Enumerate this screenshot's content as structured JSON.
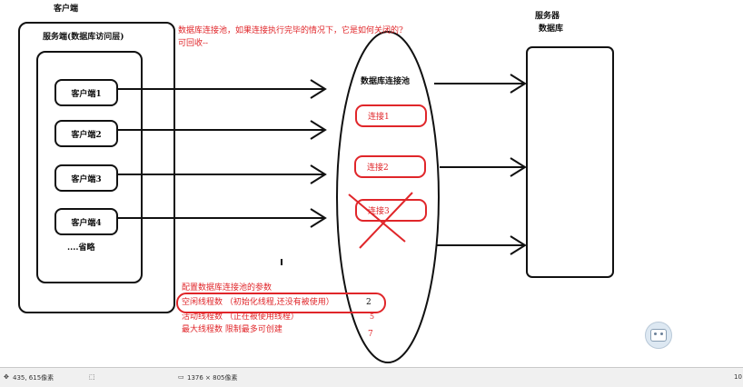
{
  "colors": {
    "ink": "#111111",
    "annotation_red": "#e0262a",
    "status_bg": "#f0f0f0"
  },
  "diagram": {
    "client_title": "客户端",
    "service_layer": "服务端(数据库访问层)",
    "clients": [
      "客户端1",
      "客户端2",
      "客户端3",
      "客户端4"
    ],
    "clients_more": "....省略",
    "pool_label": "数据库连接池",
    "connections": [
      "连接1",
      "连接2",
      "连接3"
    ],
    "server_title": "服务器",
    "database_title": "数据库"
  },
  "annotations": {
    "question_line1": "数据库连接池，如果连接执行完毕的情况下，它是如何关闭的?",
    "question_line2": "可回收--",
    "params_title": "配置数据库连接池的参数",
    "param_idle": "空闲线程数  （初始化线程,还没有被使用）",
    "param_idle_value": "2",
    "param_active": "活动线程数  （正在被使用线程）",
    "param_active_value": "5",
    "param_max": "最大线程数  限制最多可创建",
    "param_max_value": "7"
  },
  "statusbar": {
    "cursor_icon": "cursor-position-icon",
    "cursor_pos": "435, 615像素",
    "selection_icon": "selection-size-icon",
    "canvas_icon": "image-size-icon",
    "canvas_size": "1376 × 805像素",
    "zoom": "10"
  },
  "assistant_icon": "assistant-robot-icon"
}
